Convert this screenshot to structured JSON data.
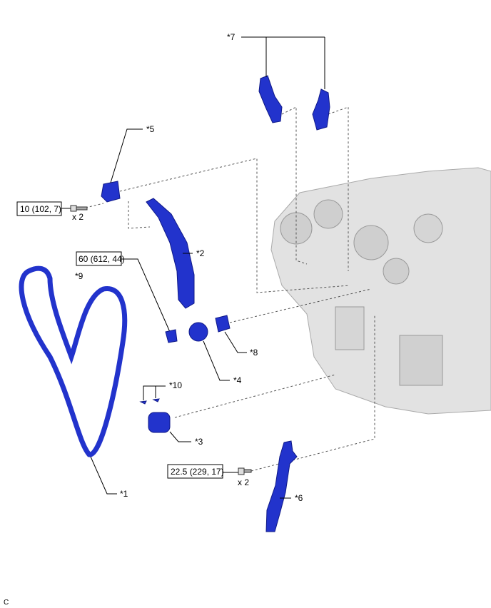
{
  "callouts": {
    "c1": "*1",
    "c2": "*2",
    "c3": "*3",
    "c4": "*4",
    "c5": "*5",
    "c6": "*6",
    "c7": "*7",
    "c8": "*8",
    "c9": "*9",
    "c10": "*10"
  },
  "torque": {
    "t1": "10 (102, 7)",
    "t1_qty": "x 2",
    "t2": "60 (612, 44)",
    "t3": "22.5 (229, 17)",
    "t3_qty": "x 2"
  },
  "figure_code": "C",
  "colors": {
    "part": "#2233cc",
    "engine": "#d8d8d8"
  }
}
